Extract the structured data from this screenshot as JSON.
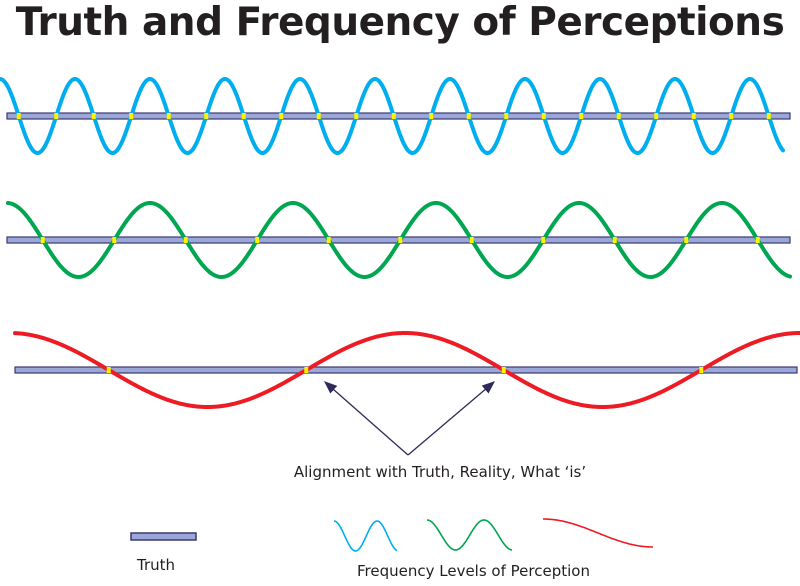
{
  "title": "Truth and Frequency of Perceptions",
  "annotation": "Alignment with Truth, Reality, What ‘is’",
  "legend": {
    "truth_label": "Truth",
    "perception_label": "Frequency Levels of Perception"
  },
  "colors": {
    "truth_fill": "#9aa7d8",
    "truth_stroke": "#3b3a6e",
    "high": "#00aeef",
    "medium": "#00a650",
    "low": "#ed1c24",
    "alignment": "#fff200",
    "arrow": "#2e2a5a"
  },
  "waves": [
    {
      "name": "high-frequency",
      "color_key": "high",
      "cycles": 10.5
    },
    {
      "name": "medium-frequency",
      "color_key": "medium",
      "cycles": 5.5
    },
    {
      "name": "low-frequency",
      "color_key": "low",
      "cycles": 2
    }
  ]
}
